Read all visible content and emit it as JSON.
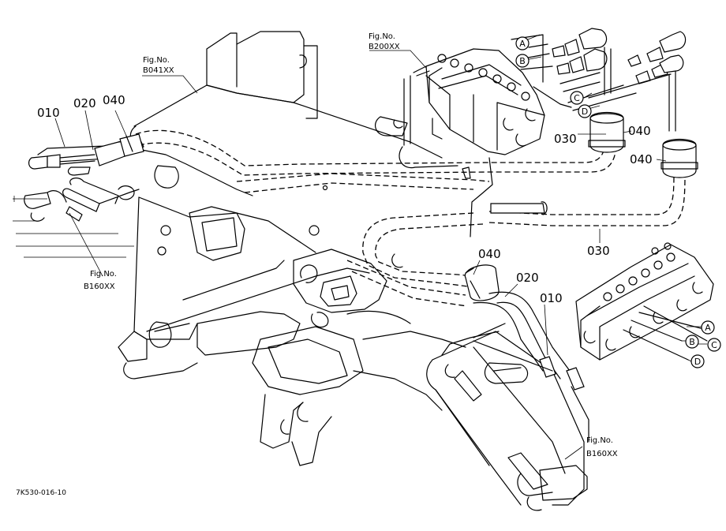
{
  "callouts": [
    {
      "id": "010a",
      "text": "010"
    },
    {
      "id": "020a",
      "text": "020"
    },
    {
      "id": "040a",
      "text": "040"
    },
    {
      "id": "030a",
      "text": "030"
    },
    {
      "id": "040b",
      "text": "040"
    },
    {
      "id": "040c",
      "text": "040"
    },
    {
      "id": "030b",
      "text": "030"
    },
    {
      "id": "040d",
      "text": "040"
    },
    {
      "id": "020b",
      "text": "020"
    },
    {
      "id": "010b",
      "text": "010"
    }
  ],
  "fig_refs": [
    {
      "label": "Fig.No.",
      "code": "B041XX"
    },
    {
      "label": "Fig.No.",
      "code": "B200XX"
    },
    {
      "label": "Fig.No.",
      "code": "B160XX"
    },
    {
      "label": "Fig.No.",
      "code": "B160XX"
    }
  ],
  "port_letters_top": [
    "A",
    "B",
    "C",
    "D"
  ],
  "port_letters_right": [
    "A",
    "B",
    "C",
    "D"
  ],
  "drawing_code": "7K530-016-10"
}
